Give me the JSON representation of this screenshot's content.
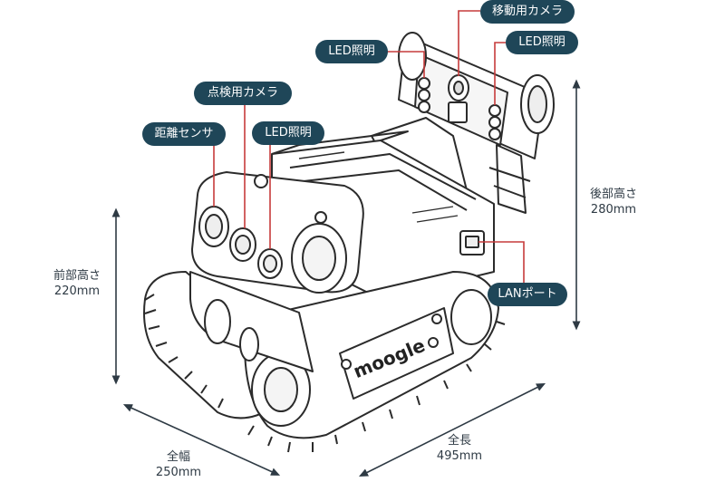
{
  "colors": {
    "label_bg": "#1f4658",
    "leader": "#c63b3b",
    "dimension_line": "#2e3a44",
    "robot_stroke": "#2b2b2b"
  },
  "labels": {
    "move_camera": "移動用カメラ",
    "led_light_left": "LED照明",
    "led_light_right": "LED照明",
    "inspection_camera": "点検用カメラ",
    "distance_sensor": "距離センサ",
    "led_light_front": "LED照明",
    "lan_port": "LANポート"
  },
  "dimensions": {
    "rear_height": {
      "name": "後部高さ",
      "value": "280mm"
    },
    "front_height": {
      "name": "前部高さ",
      "value": "220mm"
    },
    "total_width": {
      "name": "全幅",
      "value": "250mm"
    },
    "total_length": {
      "name": "全長",
      "value": "495mm"
    }
  },
  "brand_text": "moogle"
}
